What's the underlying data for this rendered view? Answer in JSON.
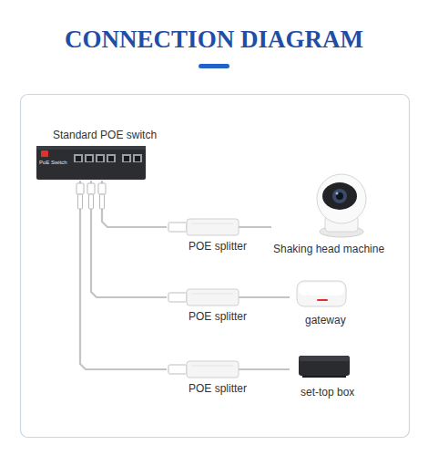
{
  "diagram": {
    "title": "CONNECTION DIAGRAM",
    "nodes": [
      {
        "text": [
          "Standard POE switch",
          "PoE Switch"
        ]
      },
      {
        "text": [
          "POE splitter"
        ]
      },
      {
        "text": [
          "Shaking head machine"
        ]
      },
      {
        "text": [
          "POE splitter"
        ]
      },
      {
        "text": [
          "gateway"
        ]
      },
      {
        "text": [
          "POE splitter"
        ]
      },
      {
        "text": [
          "set-top box"
        ]
      }
    ],
    "edges": [
      {
        "from": 0,
        "to": 1,
        "arrow": "none"
      },
      {
        "from": 1,
        "to": 2,
        "arrow": "none"
      },
      {
        "from": 0,
        "to": 3,
        "arrow": "none"
      },
      {
        "from": 3,
        "to": 4,
        "arrow": "none"
      },
      {
        "from": 0,
        "to": 5,
        "arrow": "none"
      },
      {
        "from": 5,
        "to": 6,
        "arrow": "none"
      }
    ]
  }
}
